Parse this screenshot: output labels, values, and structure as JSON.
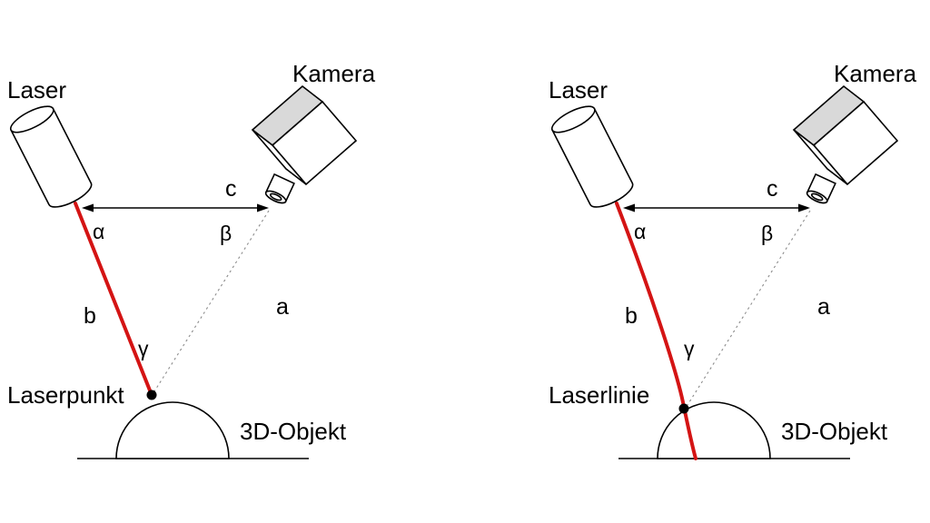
{
  "title": "Laser triangulation principle diagram",
  "colors": {
    "beam": "#d41414",
    "camera_top": "#d9d9d9",
    "dashed": "#8c8c8c",
    "ink": "#000000"
  },
  "panels": {
    "left": {
      "laser": "Laser",
      "camera": "Kamera",
      "side_c": "c",
      "angle_alpha": "α",
      "angle_beta": "β",
      "side_b": "b",
      "side_a": "a",
      "angle_gamma": "γ",
      "point": "Laserpunkt",
      "object": "3D-Objekt"
    },
    "right": {
      "laser": "Laser",
      "camera": "Kamera",
      "side_c": "c",
      "angle_alpha": "α",
      "angle_beta": "β",
      "side_b": "b",
      "side_a": "a",
      "angle_gamma": "γ",
      "point": "Laserlinie",
      "object": "3D-Objekt"
    }
  }
}
